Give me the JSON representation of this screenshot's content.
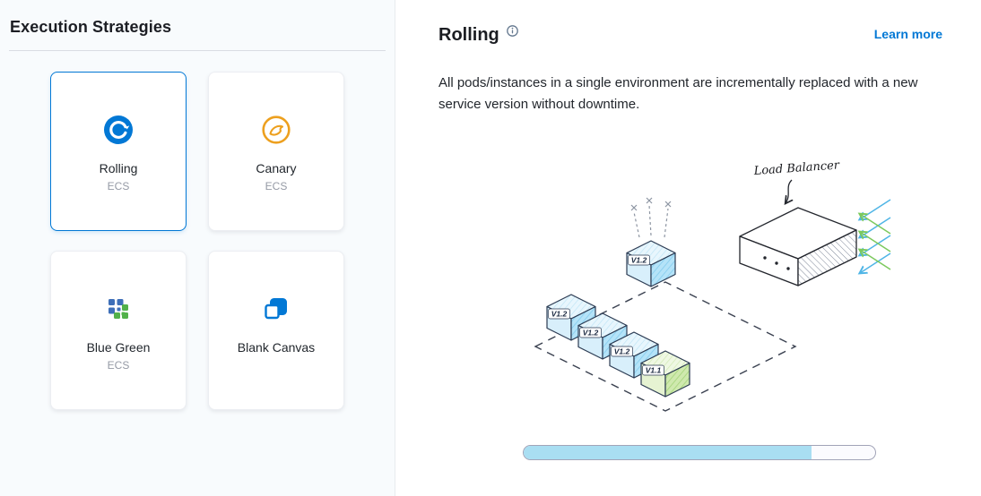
{
  "left_panel": {
    "title": "Execution Strategies",
    "strategies": [
      {
        "label": "Rolling",
        "sublabel": "ECS",
        "selected": true
      },
      {
        "label": "Canary",
        "sublabel": "ECS",
        "selected": false
      },
      {
        "label": "Blue Green",
        "sublabel": "ECS",
        "selected": false
      },
      {
        "label": "Blank Canvas",
        "sublabel": "",
        "selected": false
      }
    ]
  },
  "detail_panel": {
    "title": "Rolling",
    "learn_more": "Learn more",
    "description": "All pods/instances in a single environment are incrementally replaced with a new service version without downtime.",
    "illustration": {
      "load_balancer_label": "Load Balancer",
      "cubes": [
        {
          "label": "V1.2",
          "color": "blue",
          "state": "terminating"
        },
        {
          "label": "V1.2",
          "color": "blue",
          "state": "running"
        },
        {
          "label": "V1.2",
          "color": "blue",
          "state": "running"
        },
        {
          "label": "V1.2",
          "color": "blue",
          "state": "running"
        },
        {
          "label": "V1.1",
          "color": "green",
          "state": "new-version"
        }
      ]
    },
    "progress": {
      "percent": 82
    }
  },
  "colors": {
    "accent": "#0278d5",
    "link": "#0278d5",
    "selected_card_border": "#0278d5",
    "canary_orange": "#eda01f",
    "blue_green_blue": "#3e6fb8",
    "blue_green_green": "#52b14a",
    "progress_fill": "#a9def2",
    "left_panel_bg": "#f8fbfd"
  }
}
